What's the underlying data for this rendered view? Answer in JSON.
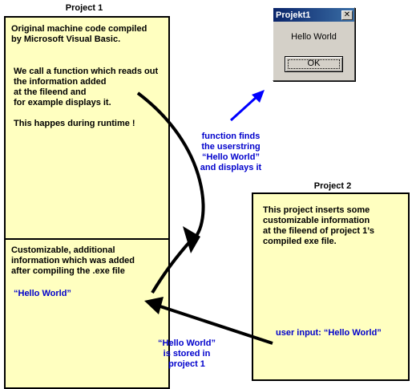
{
  "project1": {
    "heading": "Project 1",
    "top_text": "Original machine code compiled\nby Microsoft Visual Basic.",
    "mid_text": "We call a function which reads out\nthe information added\nat the fileend and\nfor example displays it.\n\nThis happes during runtime !",
    "bottom_text": "Customizable, additional\ninformation which was added\nafter compiling the .exe file",
    "hello": "“Hello World”"
  },
  "dialog": {
    "title": "Projekt1",
    "close_glyph": "✕",
    "message": "Hello World",
    "ok_label": "OK"
  },
  "function_note": "function finds\nthe userstring\n“Hello World”\nand displays it",
  "project2": {
    "heading": "Project 2",
    "text": "This project inserts some\ncustomizable information\nat the fileend of project 1’s\ncompiled exe file.",
    "user_input": "user input: “Hello World”"
  },
  "stored_note": "“Hello World”\nis stored in\nproject 1",
  "colors": {
    "box_fill": "#ffffc0",
    "note_text": "#0000cc",
    "arrow_blue": "#0000ff",
    "arrow_black": "#000000"
  }
}
